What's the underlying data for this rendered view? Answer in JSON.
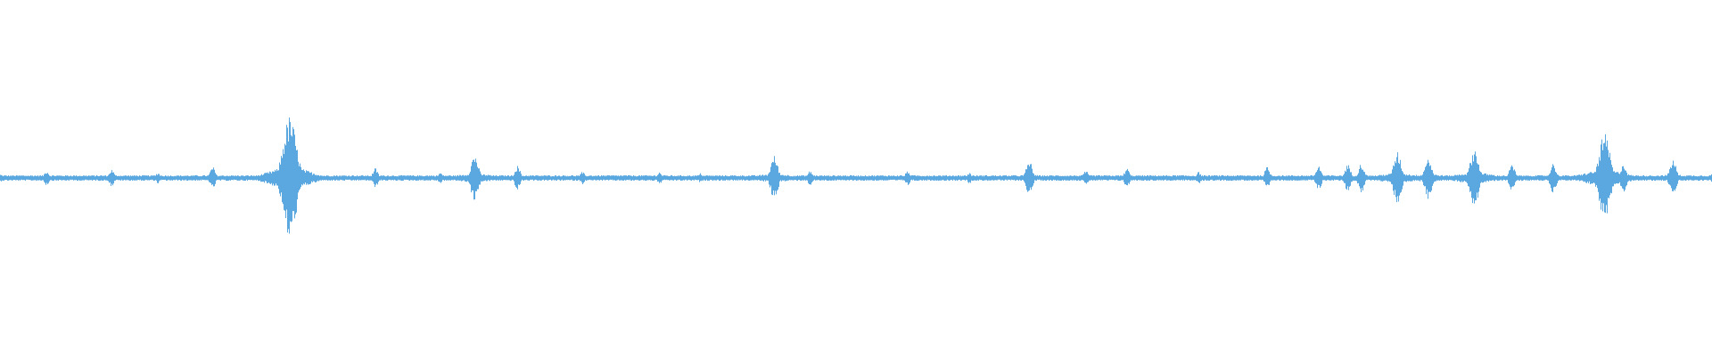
{
  "waveform": {
    "color": "#5ba8e0",
    "background": "#ffffff",
    "amplitude_scale": 1.0,
    "noise_level": 0.045,
    "peaks": [
      {
        "t": 0.0,
        "a": 0.06
      },
      {
        "t": 0.027,
        "a": 0.12
      },
      {
        "t": 0.065,
        "a": 0.14
      },
      {
        "t": 0.092,
        "a": 0.09
      },
      {
        "t": 0.124,
        "a": 0.18
      },
      {
        "t": 0.169,
        "a": 1.0
      },
      {
        "t": 0.219,
        "a": 0.16
      },
      {
        "t": 0.257,
        "a": 0.09
      },
      {
        "t": 0.277,
        "a": 0.38
      },
      {
        "t": 0.302,
        "a": 0.2
      },
      {
        "t": 0.34,
        "a": 0.1
      },
      {
        "t": 0.385,
        "a": 0.1
      },
      {
        "t": 0.409,
        "a": 0.08
      },
      {
        "t": 0.452,
        "a": 0.36
      },
      {
        "t": 0.473,
        "a": 0.12
      },
      {
        "t": 0.53,
        "a": 0.12
      },
      {
        "t": 0.566,
        "a": 0.09
      },
      {
        "t": 0.601,
        "a": 0.28
      },
      {
        "t": 0.634,
        "a": 0.12
      },
      {
        "t": 0.658,
        "a": 0.16
      },
      {
        "t": 0.7,
        "a": 0.1
      },
      {
        "t": 0.74,
        "a": 0.18
      },
      {
        "t": 0.77,
        "a": 0.2
      },
      {
        "t": 0.787,
        "a": 0.22
      },
      {
        "t": 0.795,
        "a": 0.24
      },
      {
        "t": 0.816,
        "a": 0.42
      },
      {
        "t": 0.834,
        "a": 0.34
      },
      {
        "t": 0.861,
        "a": 0.48
      },
      {
        "t": 0.883,
        "a": 0.22
      },
      {
        "t": 0.907,
        "a": 0.24
      },
      {
        "t": 0.937,
        "a": 0.72
      },
      {
        "t": 0.948,
        "a": 0.24
      },
      {
        "t": 0.977,
        "a": 0.3
      },
      {
        "t": 1.0,
        "a": 0.08
      }
    ]
  }
}
